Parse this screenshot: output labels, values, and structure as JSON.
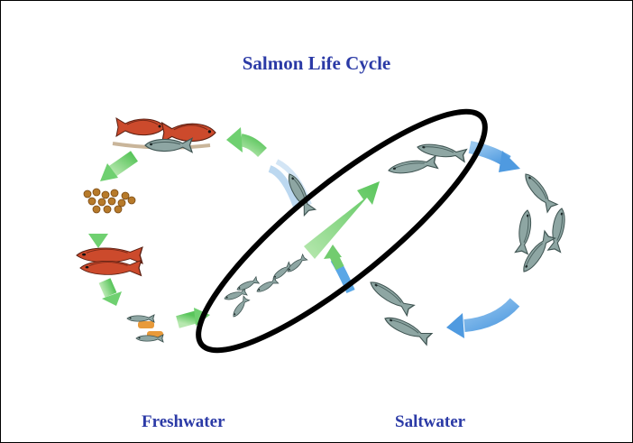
{
  "title": "Salmon Life Cycle",
  "labels": {
    "freshwater": "Freshwater",
    "saltwater": "Saltwater"
  },
  "colors": {
    "title_text": "#2b3aa6",
    "freshwater_arrow": "#7ed37e",
    "saltwater_arrow": "#5aa7e6",
    "highlight_ellipse": "#000000",
    "spawning_salmon": "#c84a2a",
    "silver_fish": "#8aa0a0",
    "eggs": "#b77a2a"
  }
}
